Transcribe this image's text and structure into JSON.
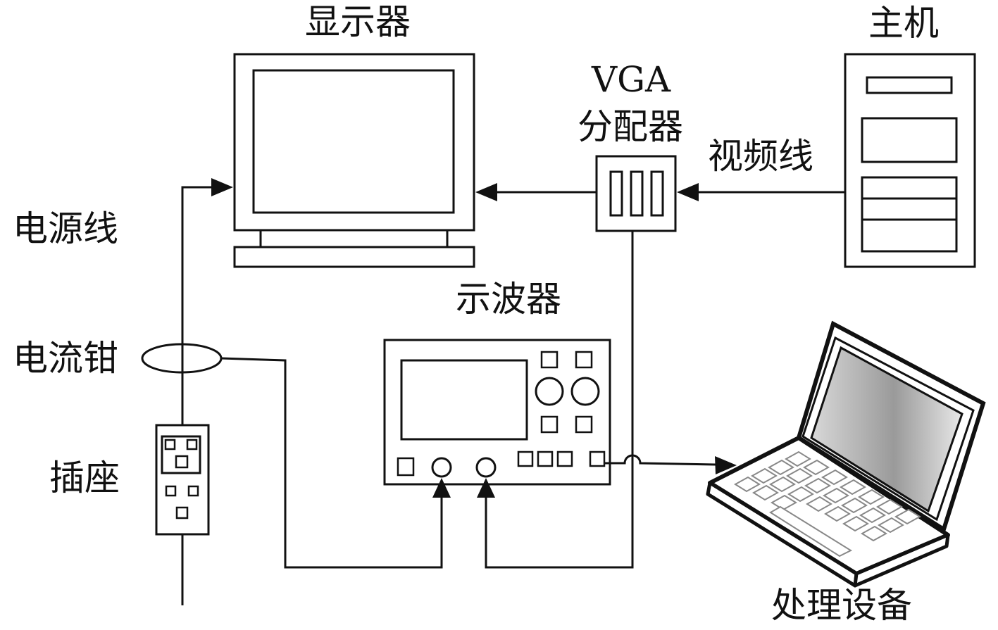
{
  "labels": {
    "monitor": "显示器",
    "host": "主机",
    "vga_line1": "VGA",
    "vga_line2": "分配器",
    "video_cable": "视频线",
    "power_cable": "电源线",
    "current_clamp": "电流钳",
    "oscilloscope": "示波器",
    "socket": "插座",
    "processing_device": "处理设备"
  }
}
